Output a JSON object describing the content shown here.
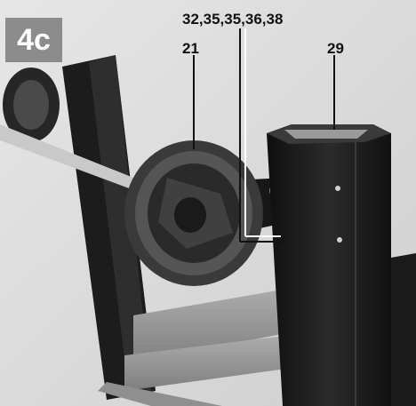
{
  "step": {
    "number": "4c"
  },
  "callouts": {
    "hardware_parts": "32,35,35,36,38",
    "wheel_part": "21",
    "post_part": "29"
  }
}
